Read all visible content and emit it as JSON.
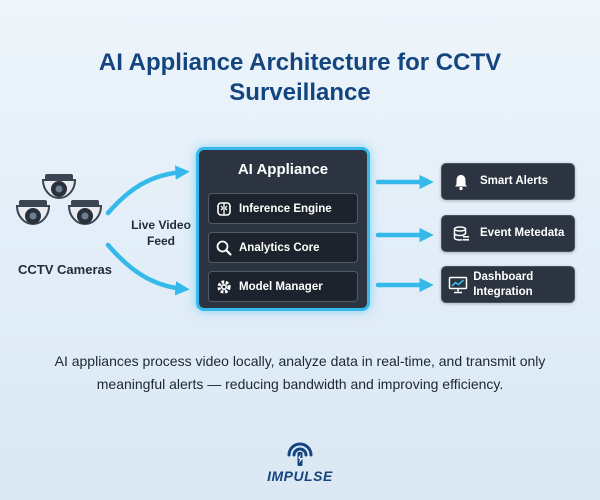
{
  "title": "AI Appliance Architecture for CCTV Surveillance",
  "cameras": {
    "label": "CCTV Cameras",
    "icon": "cctv-cameras-icon"
  },
  "feed": {
    "label": "Live Video Feed"
  },
  "appliance": {
    "title": "AI Appliance",
    "items": [
      {
        "label": "Inference Engine",
        "icon": "brain-chip-icon"
      },
      {
        "label": "Analytics Core",
        "icon": "magnifier-icon"
      },
      {
        "label": "Model Manager",
        "icon": "gear-icon"
      }
    ]
  },
  "outputs": [
    {
      "label": "Smart Alerts",
      "icon": "bell-icon"
    },
    {
      "label": "Event Metedata",
      "icon": "database-icon"
    },
    {
      "label": "Dashboard Integration",
      "icon": "monitor-chart-icon"
    }
  ],
  "description": "AI appliances process video locally, analyze data in real-time, and transmit only meaningful alerts — reducing bandwidth and improving efficiency.",
  "brand": {
    "name": "IMPULSE",
    "icon": "impulse-logo-icon"
  },
  "colors": {
    "accent": "#35b9ea",
    "title": "#14457e",
    "box": "#2b3440"
  }
}
